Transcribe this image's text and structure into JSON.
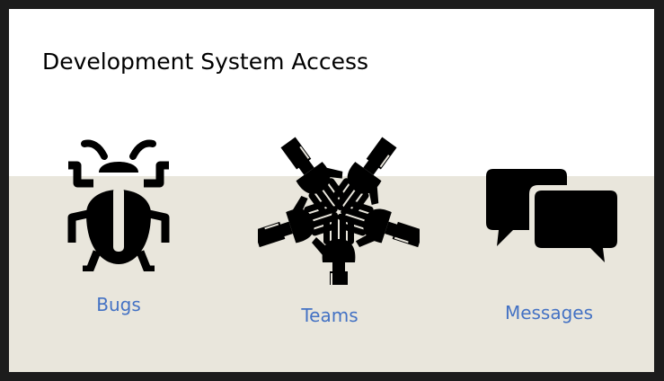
{
  "slide": {
    "title": "Development System Access",
    "background_color": "#ffffff",
    "band_color": "#e9e6dc",
    "frame_color": "#1c1c1c"
  },
  "tiles": [
    {
      "label": "Bugs",
      "icon": "bug-icon",
      "label_color": "#4472c4"
    },
    {
      "label": "Teams",
      "icon": "hands-circle-icon",
      "label_color": "#4472c4"
    },
    {
      "label": "Messages",
      "icon": "chat-bubbles-icon",
      "label_color": "#4472c4"
    }
  ]
}
